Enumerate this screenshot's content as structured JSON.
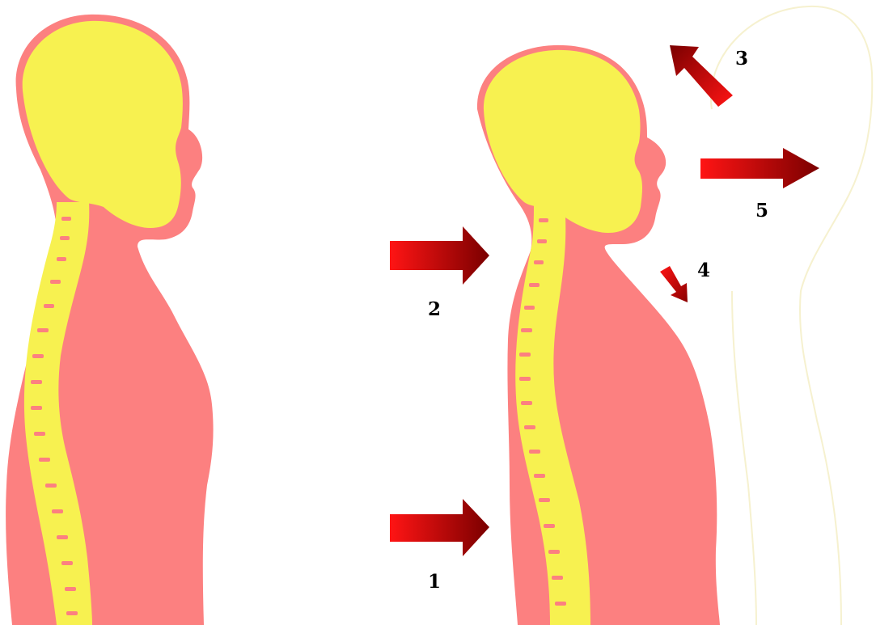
{
  "colors": {
    "body": "#fc8080",
    "spine": "#f7f150",
    "ghost_outline": "#f6f1cf",
    "arrow_light": "#ff1414",
    "arrow_dark": "#7a0000"
  },
  "figures": [
    {
      "name": "posture-before",
      "parts": [
        "body-silhouette",
        "skull",
        "spine"
      ]
    },
    {
      "name": "posture-after",
      "parts": [
        "body-silhouette",
        "skull",
        "spine"
      ]
    },
    {
      "name": "ghost-outline",
      "parts": [
        "faint-outline"
      ]
    }
  ],
  "labels": {
    "arrow1": "1",
    "arrow2": "2",
    "arrow3": "3",
    "arrow4": "4",
    "arrow5": "5"
  }
}
